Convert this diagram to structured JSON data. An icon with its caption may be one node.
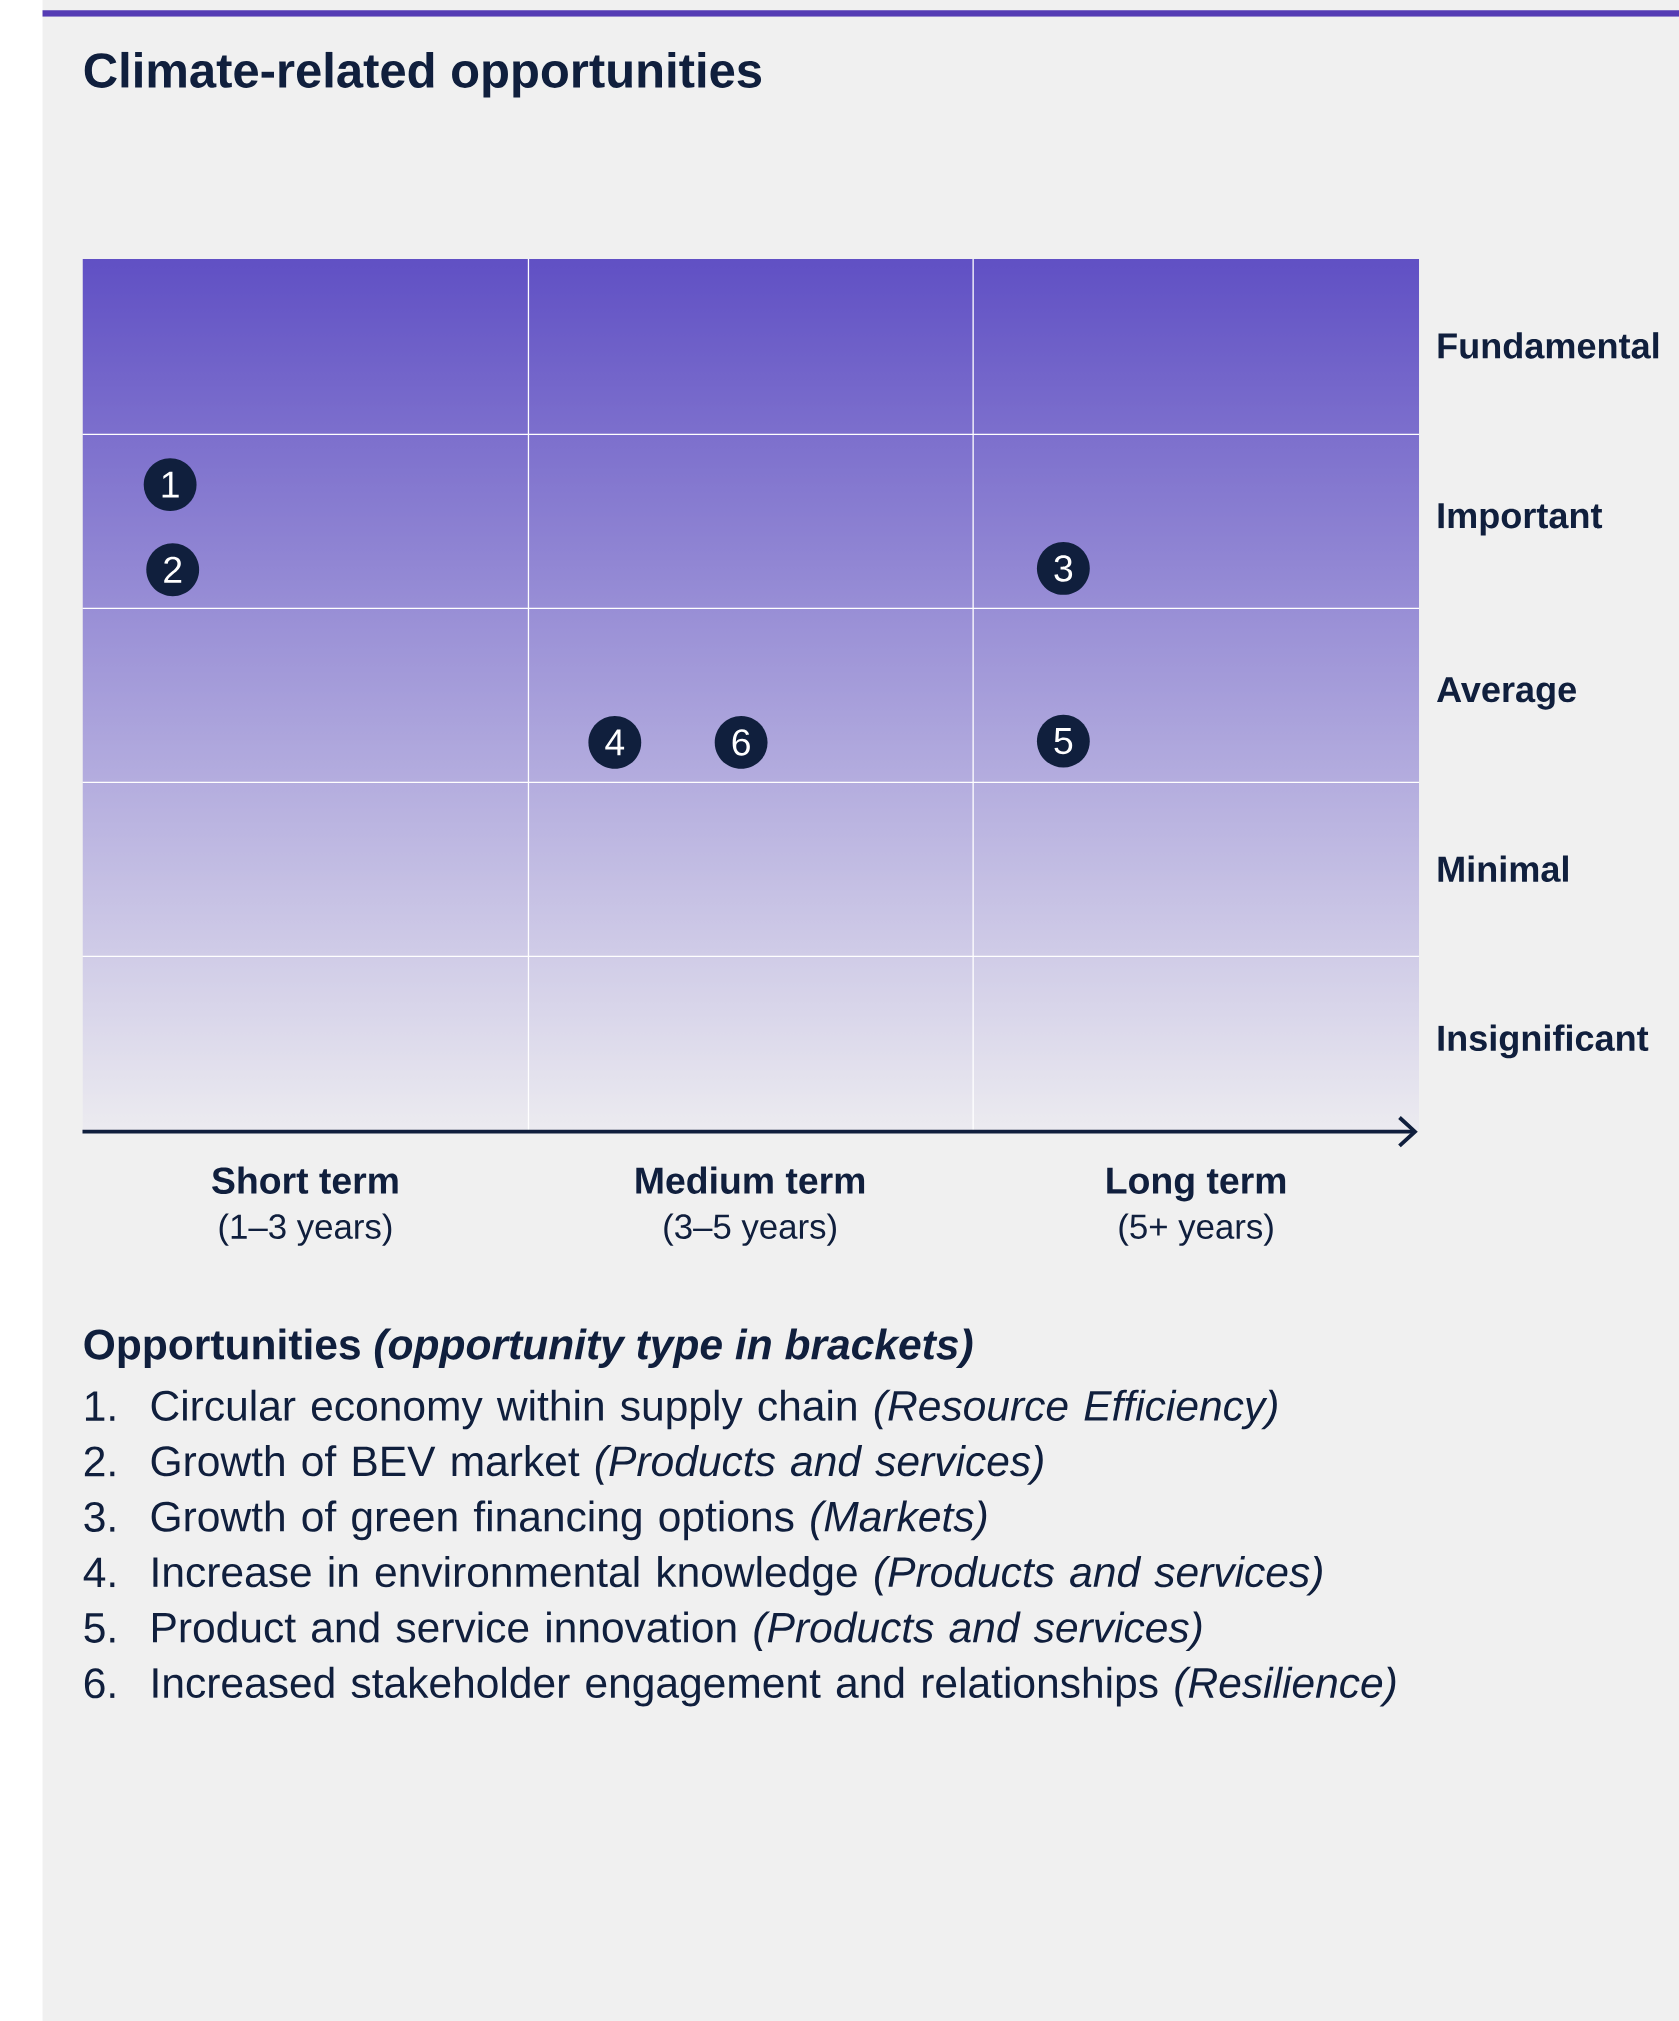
{
  "diagram": {
    "title": "Climate-related opportunities",
    "nodes": [
      {
        "text": [
          "1"
        ]
      },
      {
        "text": [
          "2"
        ]
      },
      {
        "text": [
          "3"
        ]
      },
      {
        "text": [
          "4"
        ]
      },
      {
        "text": [
          "6"
        ]
      },
      {
        "text": [
          "5"
        ]
      }
    ],
    "labels": [
      "Fundamental",
      "Important",
      "Average",
      "Minimal",
      "Insignificant",
      "Short term",
      "(1–3 years)",
      "Medium term",
      "(3–5 years)",
      "Long term",
      "(5+ years)",
      "Opportunities *(opportunity type in brackets)*",
      "1.",
      "Circular economy within supply chain *(Resource Efficiency)*",
      "2.",
      "Growth of BEV market *(Products and services)*",
      "3.",
      "Growth of green financing options *(Markets)*",
      "4.",
      "Increase in environmental knowledge *(Products and services)*",
      "5.",
      "Product and service innovation *(Products and services)*",
      "6.",
      "Increased stakeholder engagement and relationships *(Resilience)*"
    ]
  }
}
